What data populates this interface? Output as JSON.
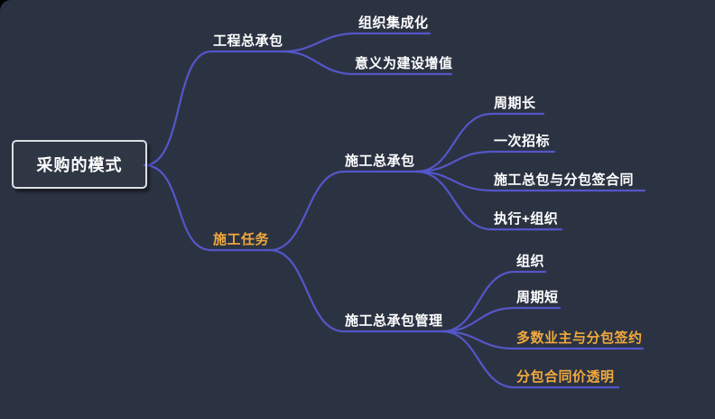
{
  "colors": {
    "background": "#2b3342",
    "line": "#5456c9",
    "text": "#ffffff",
    "accent": "#f2a93c",
    "root_border": "#dcdfe3"
  },
  "mindmap": {
    "root": {
      "label": "采购的模式"
    },
    "branches": [
      {
        "label": "工程总承包",
        "children": [
          {
            "label": "组织集成化"
          },
          {
            "label": "意义为建设增值"
          }
        ]
      },
      {
        "label": "施工任务",
        "color": "#f2a93c",
        "children": [
          {
            "label": "施工总承包",
            "children": [
              {
                "label": "周期长"
              },
              {
                "label": "一次招标"
              },
              {
                "label": "施工总包与分包签合同"
              },
              {
                "label": "执行+组织"
              }
            ]
          },
          {
            "label": "施工总承包管理",
            "children": [
              {
                "label": "组织"
              },
              {
                "label": "周期短"
              },
              {
                "label": "多数业主与分包签约",
                "color": "#f2a93c"
              },
              {
                "label": "分包合同价透明",
                "color": "#f2a93c"
              }
            ]
          }
        ]
      }
    ]
  }
}
